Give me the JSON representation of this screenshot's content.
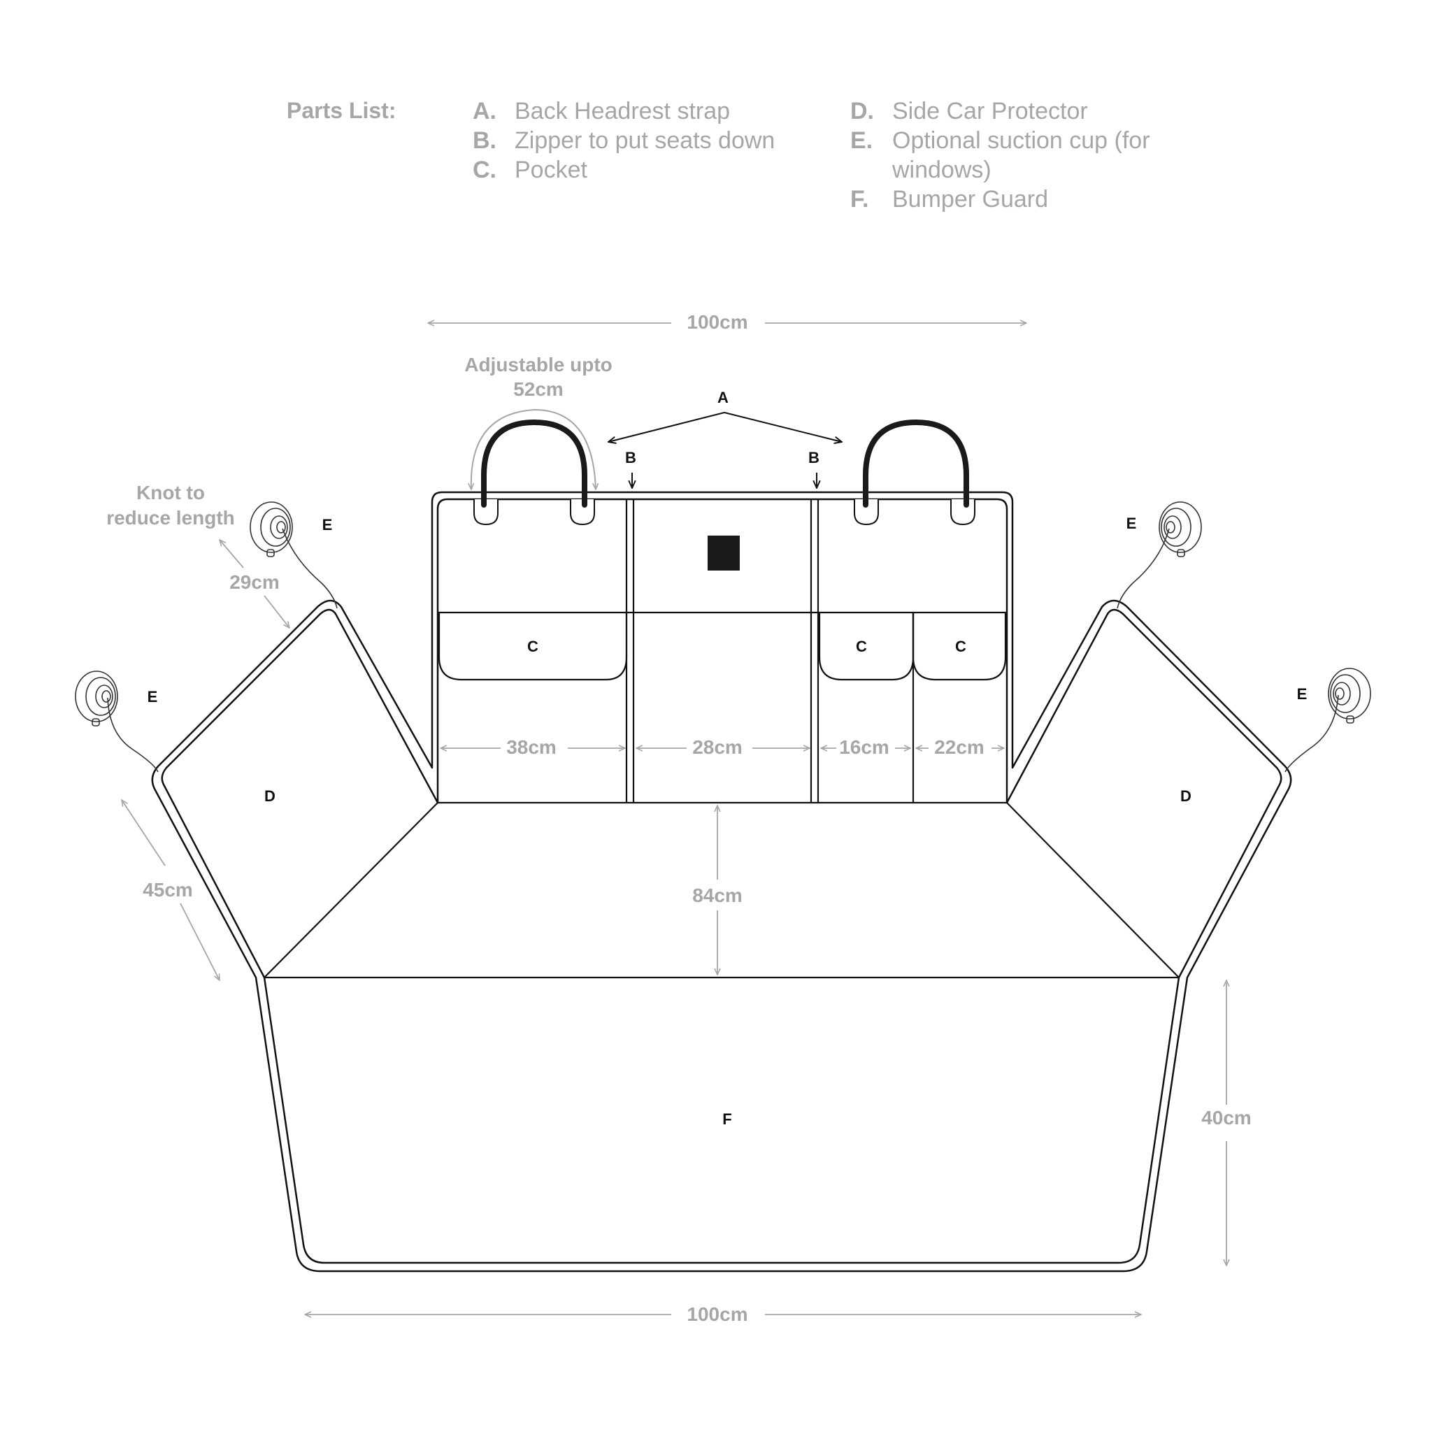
{
  "parts_list": {
    "title": "Parts List:",
    "items": [
      {
        "letter": "A.",
        "text": "Back Headrest strap"
      },
      {
        "letter": "B.",
        "text": "Zipper to put seats down"
      },
      {
        "letter": "C.",
        "text": "Pocket"
      },
      {
        "letter": "D.",
        "text": "Side Car Protector"
      },
      {
        "letter": "E.",
        "text": "Optional suction cup (for"
      },
      {
        "letter": "",
        "text": "windows)"
      },
      {
        "letter": "F.",
        "text": "Bumper Guard"
      }
    ]
  },
  "dimensions": {
    "top_width": "100cm",
    "bottom_width": "100cm",
    "strap_adjust_line1": "Adjustable upto",
    "strap_adjust_line2": "52cm",
    "knot_line1": "Knot to",
    "knot_line2": "reduce length",
    "cord_length": "29cm",
    "side_length": "45cm",
    "pocket_1": "38cm",
    "pocket_2": "28cm",
    "pocket_3": "16cm",
    "pocket_4": "22cm",
    "seat_depth": "84cm",
    "bumper_height": "40cm"
  },
  "labels": {
    "a": "A",
    "b": "B",
    "c": "C",
    "d": "D",
    "e": "E",
    "f": "F"
  },
  "colors": {
    "line": "#111111",
    "dimension_gray": "#a6a6a6"
  }
}
